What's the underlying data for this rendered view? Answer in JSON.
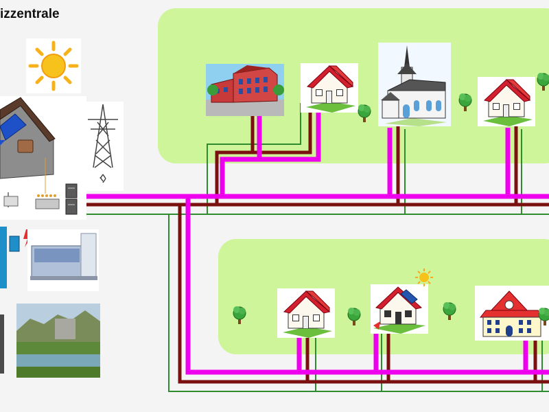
{
  "title": "izzentrale",
  "colors": {
    "background": "#f4f4f4",
    "district_area": "#cff59a",
    "heating_pipe_flow": "#ee00ee",
    "heating_pipe_return": "#7a1010",
    "electric_line": "#2e8b2e"
  },
  "district_upper": {
    "buildings": [
      "school-building",
      "house",
      "church",
      "house"
    ],
    "trees": 4
  },
  "district_lower": {
    "buildings": [
      "house",
      "house-with-solar-panel",
      "town-hall"
    ],
    "trees": 4
  },
  "energy_central": {
    "components": [
      "sun-icon",
      "house-with-solar-roof",
      "power-pylon",
      "distribution-cabinet",
      "battery-storage",
      "chp-plant",
      "river-landscape"
    ]
  }
}
